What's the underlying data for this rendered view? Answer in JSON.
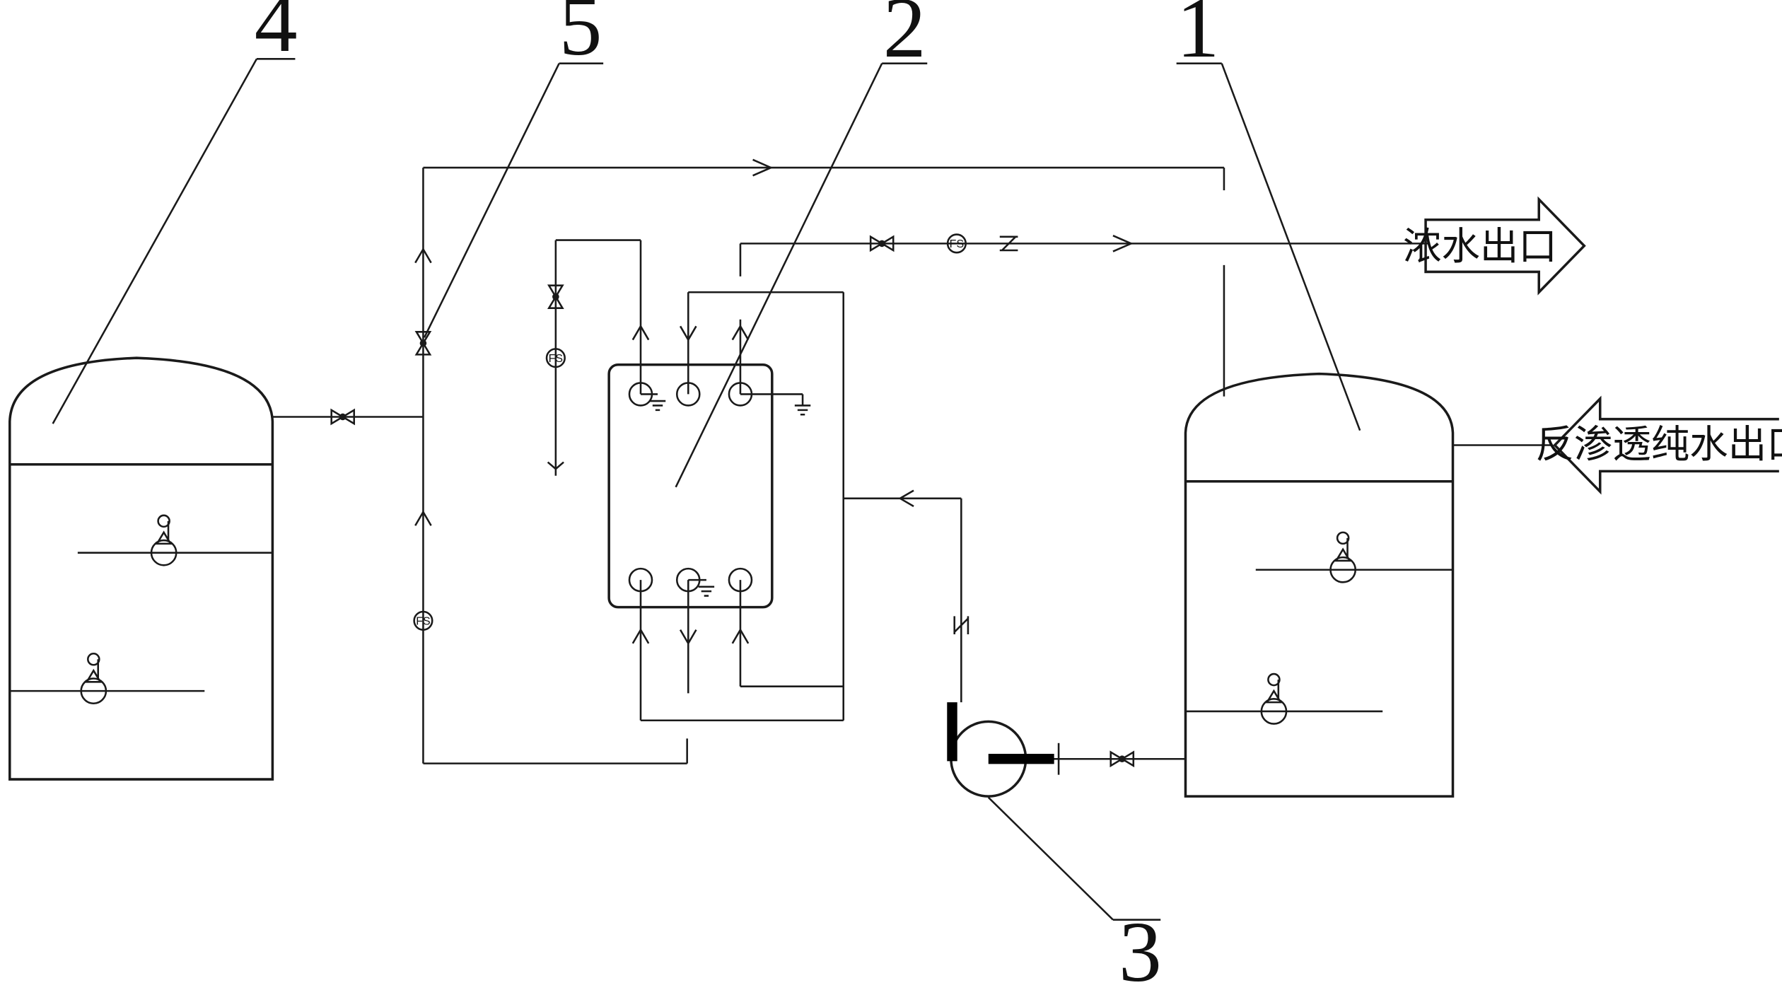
{
  "labels": {
    "part1": "1",
    "part2": "2",
    "part3": "3",
    "part4": "4",
    "part5": "5"
  },
  "outlets": {
    "concentrate": "浓水出口",
    "ro_permeate": "反渗透纯水出口"
  },
  "instruments": {
    "flow_switch": "FS"
  }
}
